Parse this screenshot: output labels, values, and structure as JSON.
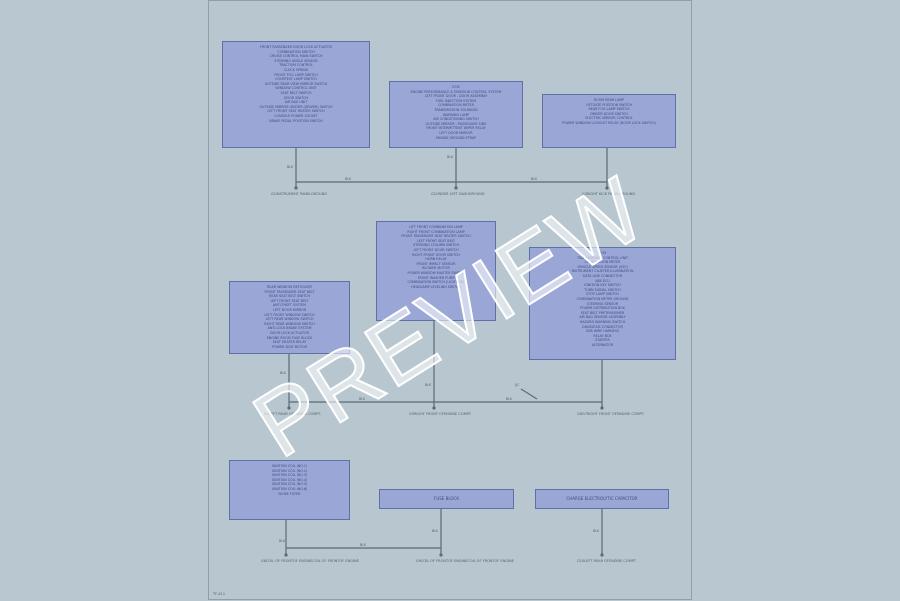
{
  "watermark": "PREVIEW",
  "page_id": "TF-411",
  "colors": {
    "page_bg": "#b9c7d0",
    "box_fill": "#9aa7d6",
    "box_border": "#5f6fa8",
    "wire": "#5d6a78"
  },
  "boxes": [
    {
      "lines": [
        "FRONT PASSENGER DOOR LOCK ACTUATOR",
        "COMBINATION SWITCH",
        "CRUISE CONTROL MAIN SWITCH",
        "STEERING ANGLE SENSOR",
        "TRACTION CONTROL",
        "CLOCK SPRING",
        "FRONT FOG LAMP SWITCH",
        "COURTESY LAMP SWITCH",
        "OUTSIDE REAR VIEW MIRROR SWITCH",
        "WINDOW CONTROL UNIT",
        "SEAT BELT SWITCH",
        "DOOR SWITCH",
        "AIR BAG UNIT",
        "OUTSIDE MIRROR HEATER (DRIVER) SWITCH",
        "LEFT FRONT SEAT HEATER SWITCH",
        "CONSOLE POWER SOCKET",
        "BRAKE PEDAL POSITION SWITCH"
      ]
    },
    {
      "lines": [
        "ECM",
        "ENGINE PERFORMANCE & EMISSION CONTROL SYSTEM",
        "LEFT FRONT DOOR - DOOR ASSEMBLY",
        "FUEL INJECTION SYSTEM",
        "COMBINATION METER",
        "TRANSMISSION SOLENOID",
        "WARNING LAMP",
        "AIR CONDITIONING SWITCH",
        "OUTSIDE MIRROR - PASSENGER SIDE",
        "FRONT INTERMITTENT WIPER RELAY",
        "LEFT DOOR MIRROR",
        "ENGINE GROUND STRAP"
      ]
    },
    {
      "lines": [
        "ROOM REAR LAMP",
        "LIFTGATE POSITION SWITCH",
        "REAR FOG LAMP SWITCH",
        "DRIVER DOOR SWITCH",
        "ELECTRIC MIRROR CONTROL",
        "POWER WINDOW LOCKOUT RELAY (DOOR LOCK SWITCH)"
      ]
    },
    {
      "lines": [
        "LIFT FRONT COMBINATION LAMP",
        "RIGHT FRONT COMBINATION LAMP",
        "FRONT PASSENGER SEAT HEATER SWITCH",
        "LEFT FRONT SEAT BELT",
        "STEERING COLUMN SWITCH",
        "LEFT FRONT DOOR SWITCH",
        "RIGHT FRONT DOOR SWITCH",
        "HORN RELAY",
        "FRONT IMPACT SENSOR",
        "BLOWER MOTOR",
        "POWER WINDOW MASTER SWITCH",
        "FRONT WASHER PUMP",
        "COMBINATION SWITCH (LIGHTING)",
        "HEADLAMP LEVELING SWITCH"
      ]
    },
    {
      "lines": [
        "REAR WINDOW DEFOGGER",
        "FRONT PASSENGER SEAT BELT",
        "REAR SEAT BELT SWITCH",
        "LEFT FRONT SEAT BELT",
        "ANTI-THEFT SYSTEM",
        "LEFT DOOR MIRROR",
        "LEFT FRONT WINDOW SWITCH",
        "LEFT REAR WINDOW SWITCH",
        "RIGHT REAR WINDOW SWITCH",
        "ANTI-LOCK BRAKE SYSTEM",
        "DOOR LOCK ACTUATOR",
        "ENGINE ROOM FUSE BLOCK",
        "SEAT HEATER RELAY",
        "POWER SEAT MOTOR"
      ]
    },
    {
      "lines": [
        "ECM",
        "TRANSMISSION CONTROL UNIT",
        "COMBINATION METER",
        "VEHICLE SPEED SENSOR (VSS)",
        "INSTRUMENT CLUSTER ILLUMINATION",
        "DATA LINK CONNECTOR",
        "ABS ECU",
        "IGNITION KEY SWITCH",
        "TURN SIGNAL SWITCH",
        "STOP LAMP SWITCH",
        "COMBINATION METER GROUND",
        "STEERING SENSOR",
        "POWER DISTRIBUTION BOX",
        "SEAT BELT PRETENSIONER",
        "AIR BAG SENSOR ASSEMBLY",
        "HAZARD WARNING SWITCH",
        "DIAGNOSIS CONNECTOR",
        "SUB WIRE HARNESS",
        "RELAY BOX",
        "STARTER",
        "ALTERNATOR"
      ]
    },
    {
      "lines": [
        "IGNITION COIL (NO.1)",
        "IGNITION COIL (NO.2)",
        "IGNITION COIL (NO.3)",
        "IGNITION COIL (NO.4)",
        "IGNITION COIL (NO.5)",
        "IGNITION COIL (NO.6)",
        "NOISE FILTER"
      ]
    },
    {
      "lines": [
        "FUSE BLOCK"
      ]
    },
    {
      "lines": [
        "CHARGE ELECTROLYTIC CAPACITOR"
      ]
    }
  ],
  "grounds": [
    {
      "lines": [
        "G1",
        "INSTRUMENT PANEL",
        "GROUND"
      ]
    },
    {
      "lines": [
        "G2",
        "UNDER LEFT DASH",
        "GROUND"
      ]
    },
    {
      "lines": [
        "G3",
        "RIGHT KICK PANEL",
        "GROUND"
      ]
    },
    {
      "lines": [
        "G4",
        "LEFT REAR OF",
        "ENGINE COMPT."
      ]
    },
    {
      "lines": [
        "G5",
        "RIGHT FRONT OF",
        "ENGINE COMPT."
      ]
    },
    {
      "lines": [
        "G6",
        "G7",
        "RIGHT FRONT OF",
        "ENGINE COMPT."
      ]
    },
    {
      "lines": [
        "G8",
        "COIL OF FRONT",
        "OF ENGINE",
        "COIL OF FRONT",
        "OF ENGINE"
      ]
    },
    {
      "lines": [
        "G9",
        "COIL OF FRONT",
        "OF ENGINE",
        "COIL OF FRONT",
        "OF ENGINE"
      ]
    },
    {
      "lines": [
        "G10",
        "LEFT REAR OF",
        "ENGINE COMPT."
      ]
    }
  ],
  "wire_color": "BLK",
  "splice_label": "J/C"
}
